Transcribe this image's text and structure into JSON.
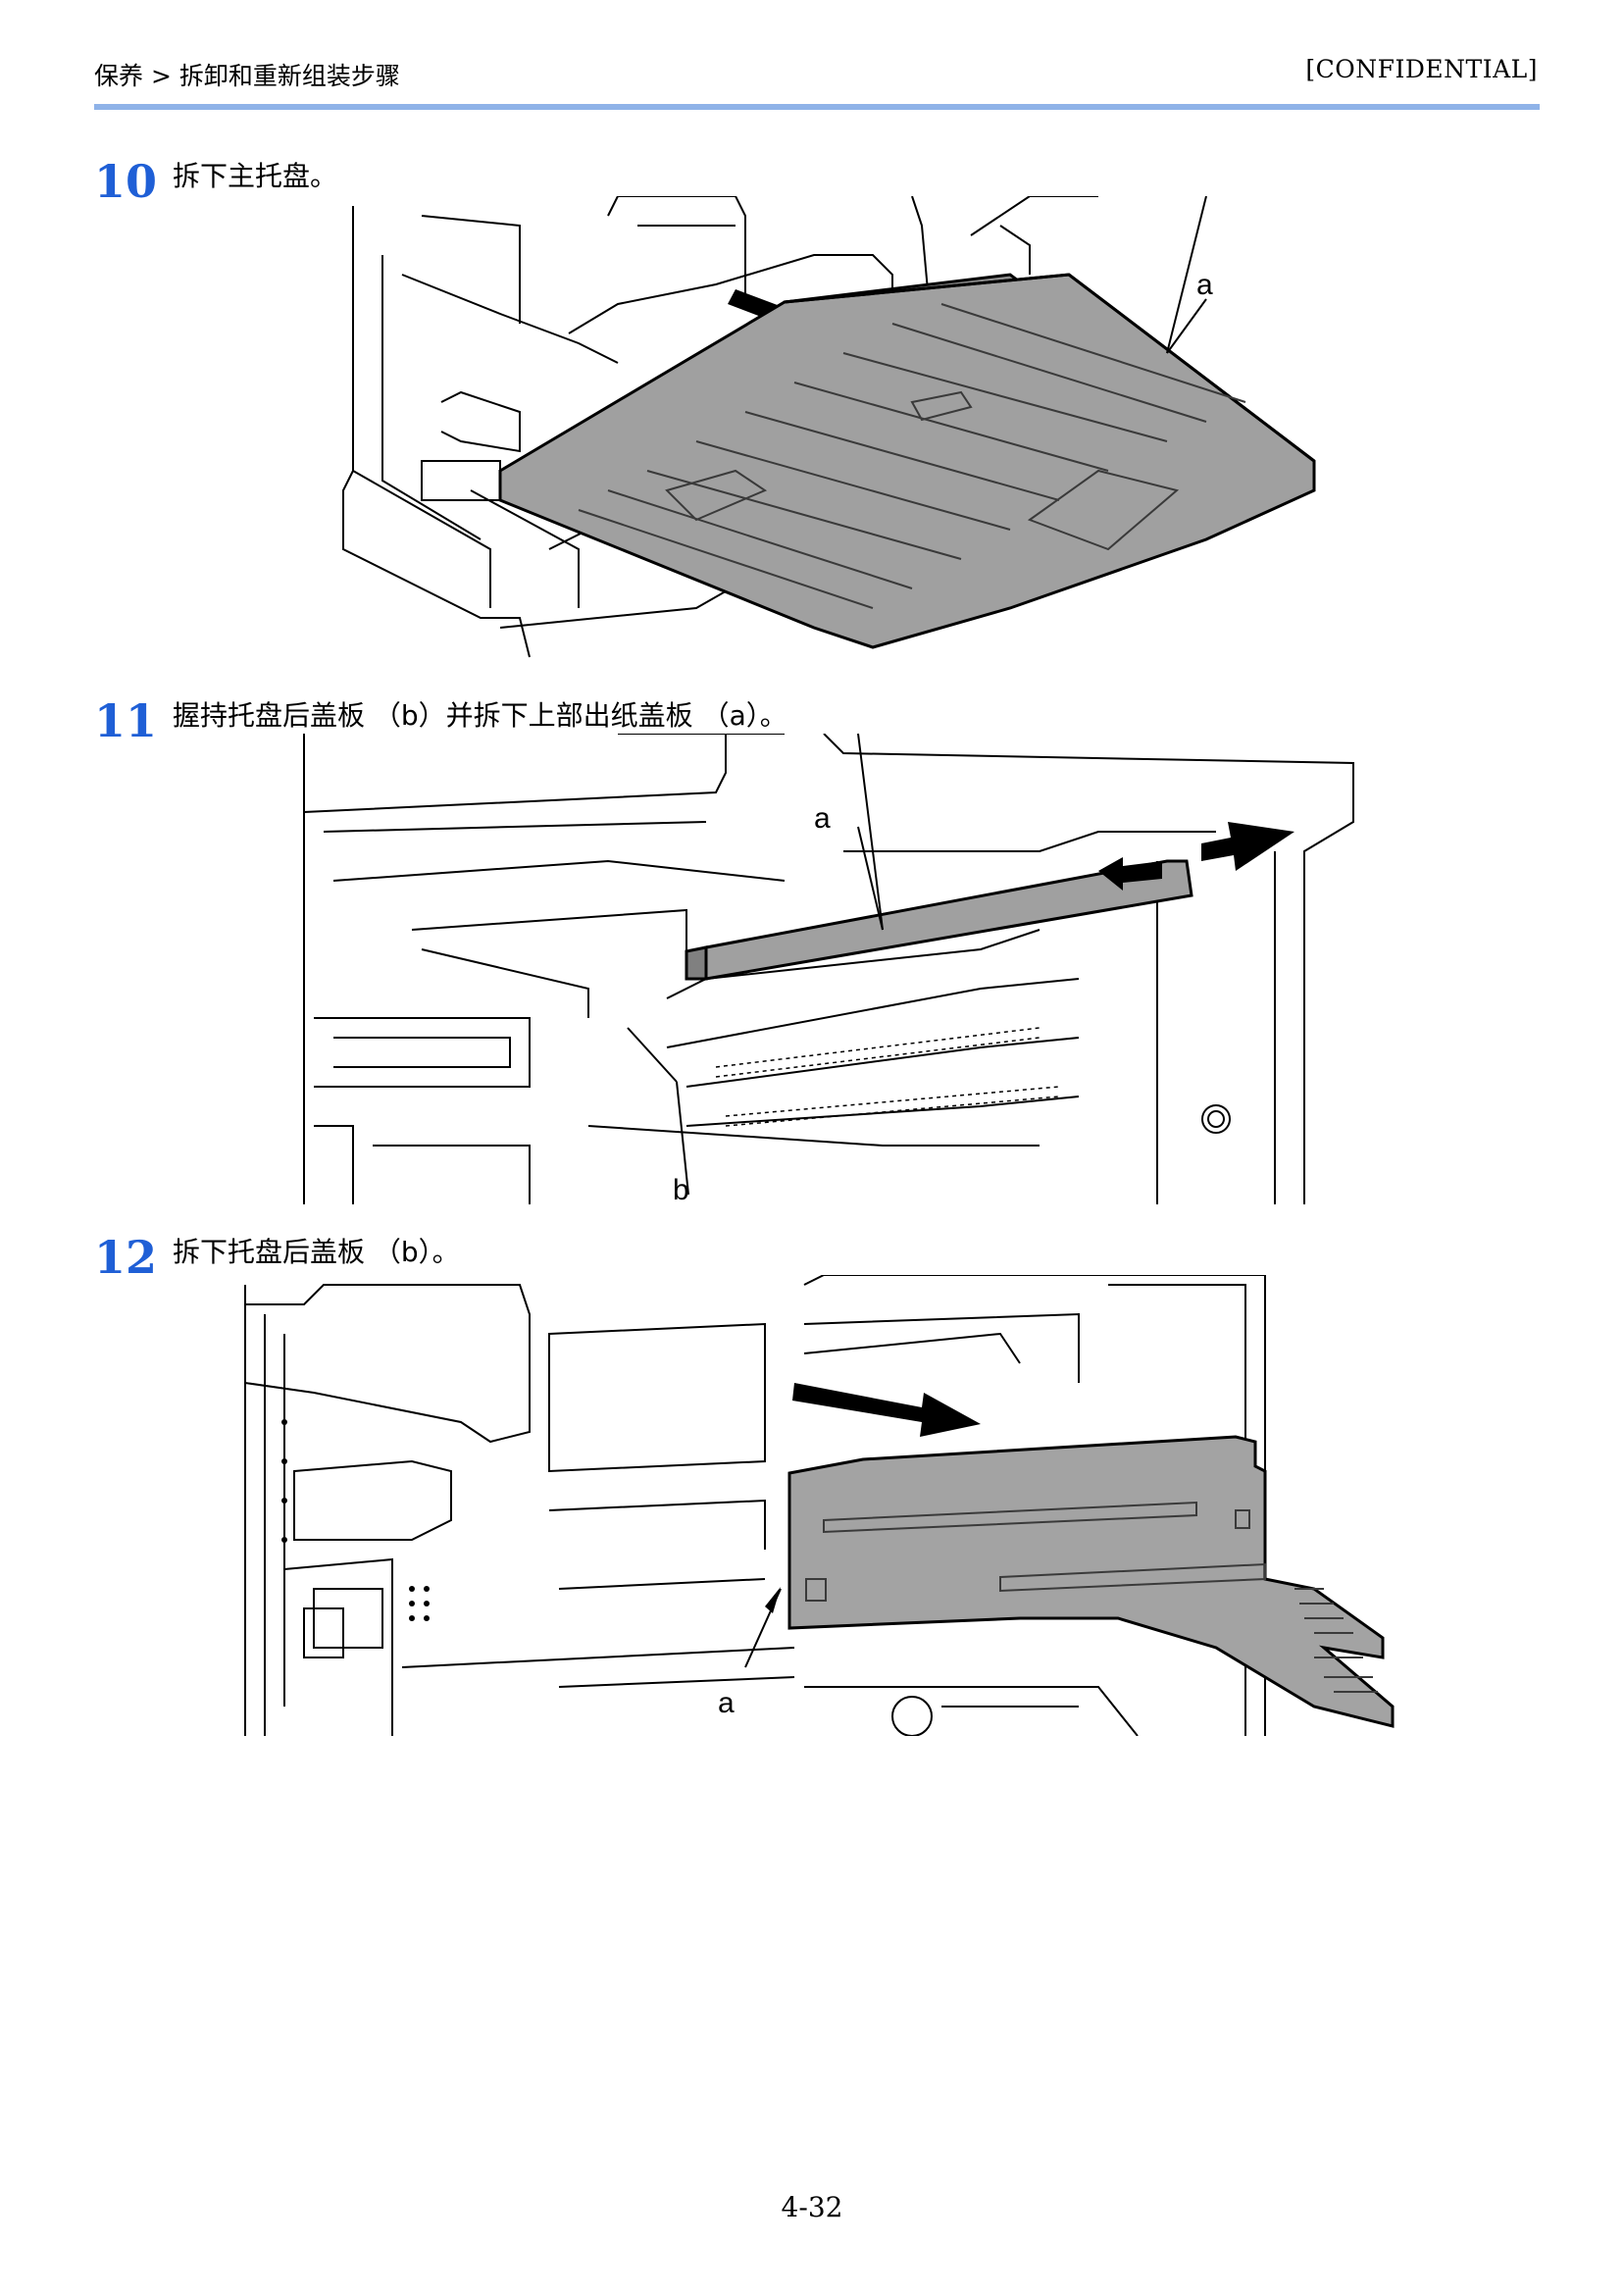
{
  "header": {
    "breadcrumb": "保养 > 拆卸和重新组装步骤",
    "confidential": "[CONFIDENTIAL]"
  },
  "steps": [
    {
      "number": "10",
      "text": "拆下主托盘。",
      "callouts": [
        "a"
      ]
    },
    {
      "number": "11",
      "text": "握持托盘后盖板 （b）并拆下上部出纸盖板 （a）。",
      "callouts": [
        "a",
        "b"
      ]
    },
    {
      "number": "12",
      "text": "拆下托盘后盖板 （b）。",
      "callouts": [
        "a"
      ]
    }
  ],
  "footer": {
    "page_number": "4-32"
  },
  "colors": {
    "accent_rule": "#8fb3e8",
    "step_number": "#1f5fd6",
    "part_fill": "#9a9a9a"
  }
}
